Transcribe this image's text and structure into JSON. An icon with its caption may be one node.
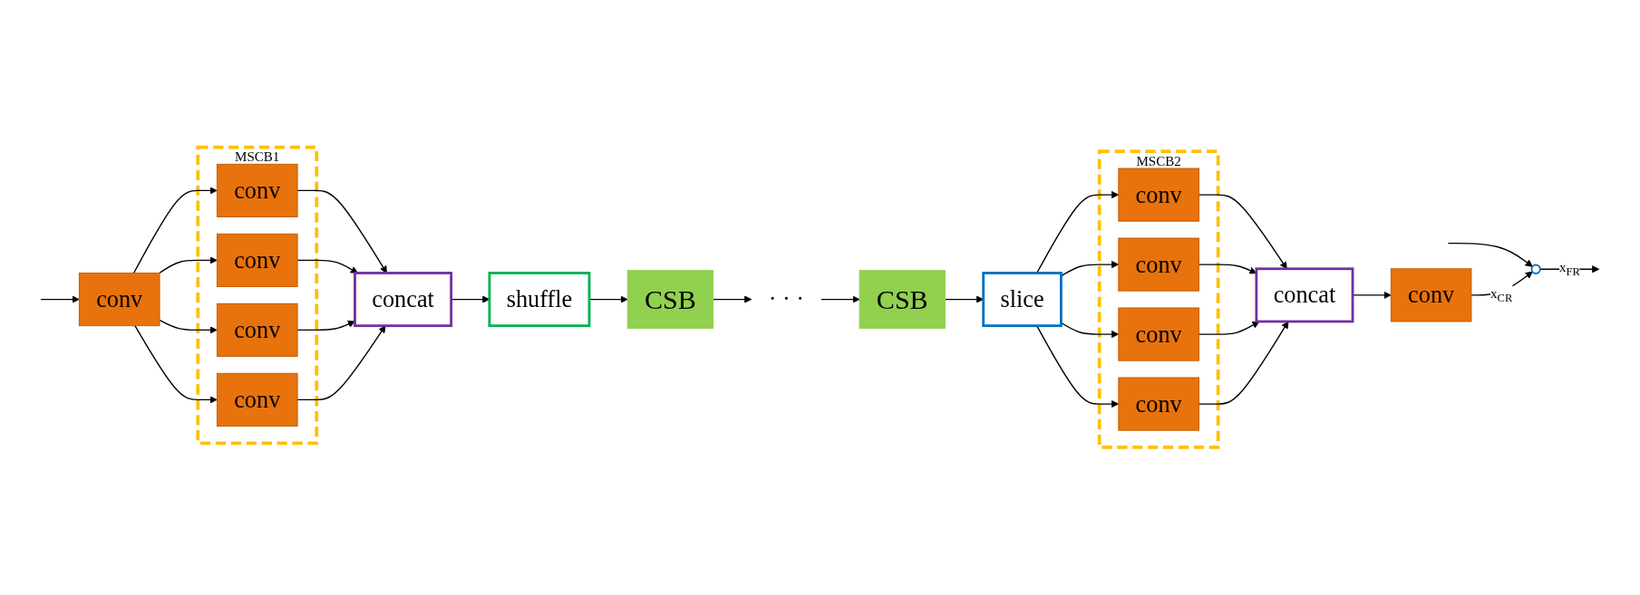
{
  "diagram": {
    "nodes": [
      {
        "text": [
          "conv"
        ]
      },
      {
        "text": [
          "MSCB1"
        ]
      },
      {
        "text": [
          "conv"
        ],
        "in": 1
      },
      {
        "text": [
          "conv"
        ],
        "in": 1
      },
      {
        "text": [
          "conv"
        ],
        "in": 1
      },
      {
        "text": [
          "conv"
        ],
        "in": 1
      },
      {
        "text": [
          "concat"
        ]
      },
      {
        "text": [
          "shuffle"
        ]
      },
      {
        "text": [
          "CSB"
        ]
      },
      {
        "text": [
          "· · ·"
        ]
      },
      {
        "text": [
          "CSB"
        ]
      },
      {
        "text": [
          "slice"
        ]
      },
      {
        "text": [
          "MSCB2"
        ]
      },
      {
        "text": [
          "conv"
        ],
        "in": 12
      },
      {
        "text": [
          "conv"
        ],
        "in": 12
      },
      {
        "text": [
          "conv"
        ],
        "in": 12
      },
      {
        "text": [
          "conv"
        ],
        "in": 12
      },
      {
        "text": [
          "concat"
        ]
      },
      {
        "text": [
          "conv"
        ]
      },
      {
        "text": [],
        "shape": "circle"
      }
    ],
    "edges": [
      {
        "from": null,
        "to": 0,
        "arrow": "to"
      },
      {
        "from": null,
        "to": 19,
        "arrow": "to"
      },
      {
        "from": 0,
        "to": 2,
        "arrow": "to"
      },
      {
        "from": 0,
        "to": 3,
        "arrow": "to"
      },
      {
        "from": 0,
        "to": 4,
        "arrow": "to"
      },
      {
        "from": 0,
        "to": 5,
        "arrow": "to"
      },
      {
        "from": 2,
        "to": 6,
        "arrow": "to"
      },
      {
        "from": 3,
        "to": 6,
        "arrow": "to"
      },
      {
        "from": 4,
        "to": 6,
        "arrow": "to"
      },
      {
        "from": 5,
        "to": 6,
        "arrow": "to"
      },
      {
        "from": 6,
        "to": 7,
        "arrow": "to"
      },
      {
        "from": 7,
        "to": 8,
        "arrow": "to"
      },
      {
        "from": 8,
        "to": 9,
        "arrow": "to"
      },
      {
        "from": 9,
        "to": 10,
        "arrow": "to"
      },
      {
        "from": 10,
        "to": 11,
        "arrow": "to"
      },
      {
        "from": 11,
        "to": 13,
        "arrow": "to"
      },
      {
        "from": 11,
        "to": 14,
        "arrow": "to"
      },
      {
        "from": 11,
        "to": 15,
        "arrow": "to"
      },
      {
        "from": 11,
        "to": 16,
        "arrow": "to"
      },
      {
        "from": 13,
        "to": 17,
        "arrow": "to"
      },
      {
        "from": 14,
        "to": 17,
        "arrow": "to"
      },
      {
        "from": 15,
        "to": 17,
        "arrow": "to"
      },
      {
        "from": 16,
        "to": 17,
        "arrow": "to"
      },
      {
        "from": 17,
        "to": 18,
        "arrow": "to"
      },
      {
        "from": 18,
        "to": 19,
        "arrow": "to",
        "label": "x$_{CR}$"
      },
      {
        "from": 19,
        "to": null,
        "arrow": "to",
        "label": "x$_{FR}$"
      }
    ]
  }
}
